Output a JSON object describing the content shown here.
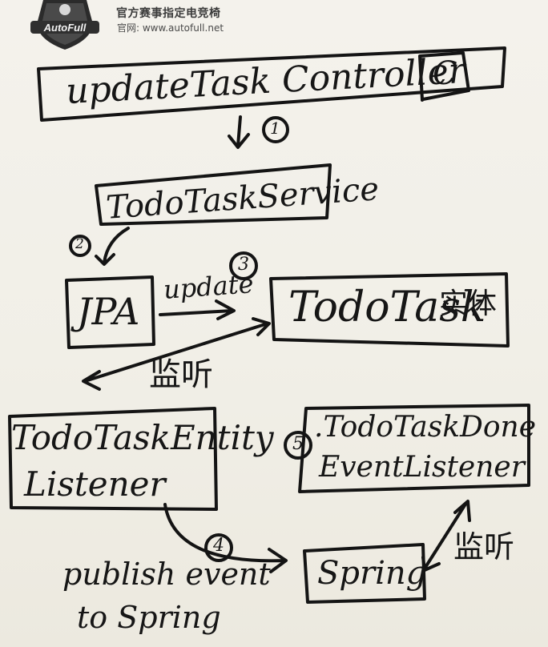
{
  "header": {
    "brand_line": "官方赛事指定电竞椅",
    "url_line": "官网: www.autofull.net",
    "logo_text": "AutoFull"
  },
  "diagram": {
    "controller": {
      "label": "updateTask Controller",
      "badge": "C"
    },
    "step1": "1",
    "service": {
      "label": "TodoTaskService"
    },
    "step2": "2",
    "jpa": {
      "label": "JPA"
    },
    "update_label": "update",
    "step3": "3",
    "entity": {
      "label": "TodoTask",
      "suffix": "实体"
    },
    "listen_label_1": "监听",
    "entity_listener": {
      "line1": "TodoTaskEntity",
      "line2": "Listener"
    },
    "step4": "4",
    "publish_label": {
      "line1": "publish event",
      "line2": "to Spring"
    },
    "step5": "5",
    "done_listener": {
      "line1": ".TodoTaskDone",
      "line2": "EventListener"
    },
    "spring": {
      "label": "Spring"
    },
    "listen_label_2": "监听"
  }
}
